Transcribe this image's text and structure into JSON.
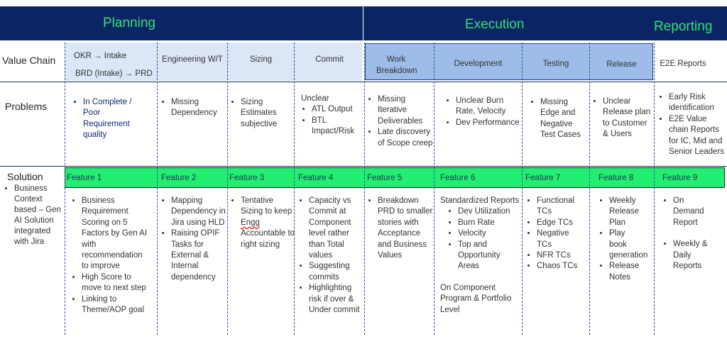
{
  "header": {
    "planning": "Planning",
    "execution": "Execution",
    "reporting": "Reporting"
  },
  "row_labels": {
    "value_chain": "Value Chain",
    "problems": "Problems",
    "solution": "Solution"
  },
  "value_chain": {
    "c1_line1": "OKR → Intake",
    "c1_line2": "BRD (Intake) → PRD",
    "c2": "Engineering W/T",
    "c3": "Sizing",
    "c4": "Commit",
    "c5": "Work Breakdown",
    "c6": "Development",
    "c7": "Testing",
    "c8": "Release",
    "c9": "E2E Reports"
  },
  "features": [
    "Feature 1",
    "Feature 2",
    "Feature 3",
    "Feature 4",
    "Feature 5",
    "Feature 6",
    "Feature 7",
    "Feature 8",
    "Feature 9"
  ],
  "problems": {
    "c1": [
      "In Complete / Poor Requirement quality"
    ],
    "c2": [
      "Missing Dependency"
    ],
    "c3": [
      "Sizing Estimates subjective"
    ],
    "c4_title": "Unclear",
    "c4": [
      "ATL Output",
      "BTL Impact/Risk"
    ],
    "c5": [
      "Missing Iterative Deliverables",
      "Late discovery of Scope creep"
    ],
    "c6": [
      "Unclear Burn Rate, Velocity",
      "Dev Performance"
    ],
    "c7": [
      "Missing Edge and Negative Test Cases"
    ],
    "c8": [
      "Unclear Release plan to Customer & Users"
    ],
    "c9": [
      "Early Risk identification",
      "E2E Value chain Reports for IC, Mid and Senior Leaders"
    ]
  },
  "solution_context": "Business Context based – Gen AI Solution integrated with Jira",
  "solutions": {
    "c1": [
      "Business Requirement Scoring on 5 Factors by Gen AI with recommendation to improve",
      "High Score to move to next step",
      "Linking to Theme/AOP goal"
    ],
    "c2": [
      "Mapping Dependency in Jira using HLD",
      "Raising OPIF Tasks for External & Internal dependency"
    ],
    "c3_line1": "Tentative Sizing to keep",
    "c3_engg": "Engg",
    "c3_line2": "Accountable to right sizing",
    "c4": [
      "Capacity vs Commit at Component level rather than Total values",
      "Suggesting commits",
      "Highlighting risk if over & Under commit"
    ],
    "c5": [
      "Breakdown PRD to smaller stories with Acceptance and Business Values"
    ],
    "c6_title": "Standardized Reports",
    "c6": [
      "Dev Utilization",
      "Burn Rate",
      "Velocity",
      "Top and Opportunity Areas"
    ],
    "c6_footer": "On Component Program & Portfolio Level",
    "c7": [
      "Functional TCs",
      "Edge TCs",
      "Negative TCs",
      "NFR TCs",
      "Chaos TCs"
    ],
    "c8": [
      "Weekly Release Plan",
      "Play book generation",
      "Release Notes"
    ],
    "c9": [
      "On Demand Report",
      "Weekly & Daily Reports"
    ]
  },
  "colors": {
    "header_bg": "#0b2463",
    "phase_text": "#33e07a",
    "planning_band": "#dbe6f6",
    "execution_band": "#9dbde8",
    "feature_band": "#22ef72"
  }
}
